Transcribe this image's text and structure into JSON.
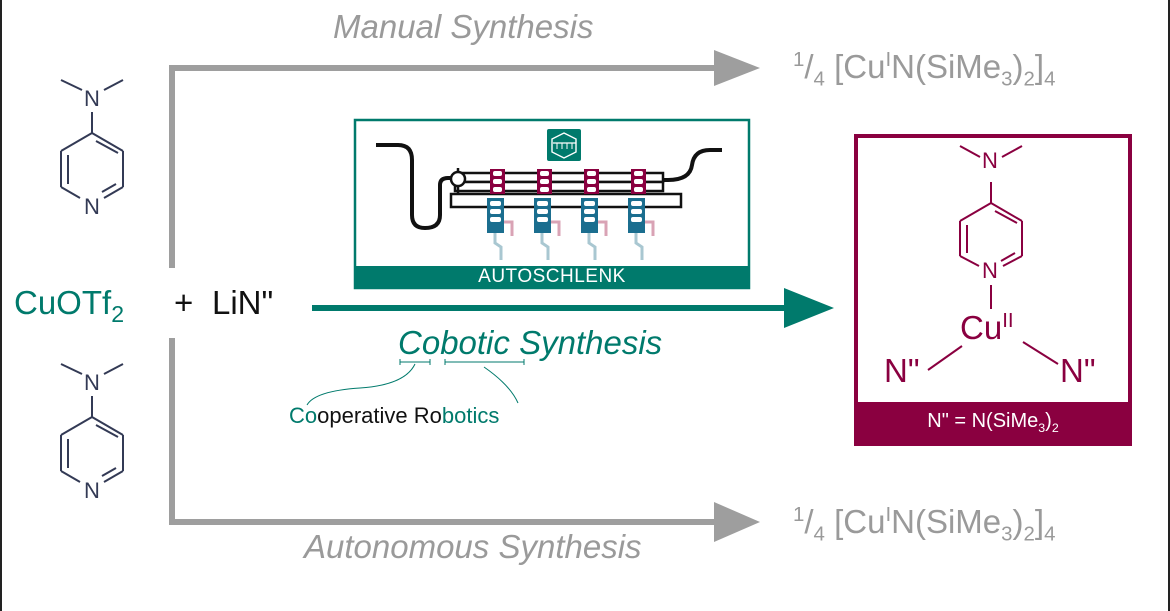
{
  "colors": {
    "teal": "#007a6c",
    "maroon": "#8a0040",
    "gray": "#9a9a9a",
    "navy": "#333a55",
    "light_blue": "#a9c7d1",
    "pink": "#d9a3b5",
    "blue_module": "#1b6e8f"
  },
  "routes": {
    "manual": {
      "label": "Manual Synthesis",
      "product_fraction_num": "1",
      "product_fraction_den": "4",
      "product_open": "[Cu",
      "product_ox": "I",
      "product_mid": "N(SiMe",
      "product_sub3": "3",
      "product_close": ")",
      "product_sub2": "2",
      "product_bracket": "]",
      "product_sub4": "4"
    },
    "autonomous": {
      "label": "Autonomous Synthesis",
      "product_fraction_num": "1",
      "product_fraction_den": "4",
      "product_open": "[Cu",
      "product_ox": "I",
      "product_mid": "N(SiMe",
      "product_sub3": "3",
      "product_close": ")",
      "product_sub2": "2",
      "product_bracket": "]",
      "product_sub4": "4"
    },
    "cobotic": {
      "label_co": "Co",
      "label_botic": "botic",
      "label_rest": " Synthesis",
      "explanation_co": "Co",
      "explanation_mid1": "operative Ro",
      "explanation_botics": "botics"
    }
  },
  "reactants": {
    "cu_salt": "CuOTf",
    "cu_salt_sub": "2",
    "plus": "+",
    "amide": "LiN\""
  },
  "ligand": {
    "atom_n_amine": "N",
    "atom_n_ring": "N"
  },
  "autoschlenk": {
    "label": "AUTOSCHLENK",
    "icon": "schlenk-line-hexagon-icon",
    "module_count": 4
  },
  "product": {
    "metal": "Cu",
    "oxidation_state": "II",
    "ligand_left": "N\"",
    "ligand_right": "N\"",
    "amine_n": "N",
    "ring_n": "N",
    "definition_lhs": "N\" = N(SiMe",
    "definition_sub3": "3",
    "definition_close": ")",
    "definition_sub2": "2"
  }
}
